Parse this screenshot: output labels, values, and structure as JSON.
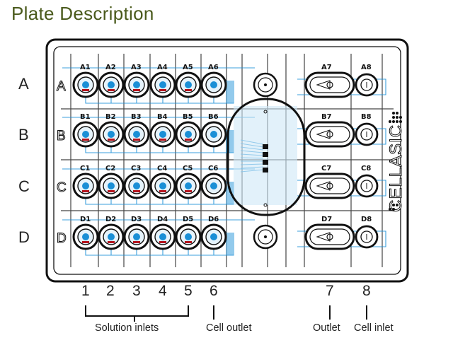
{
  "title": "Plate Description",
  "rows": [
    "A",
    "B",
    "C",
    "D"
  ],
  "columns": [
    "1",
    "2",
    "3",
    "4",
    "5",
    "6",
    "7",
    "8"
  ],
  "wells": {
    "A": [
      "A1",
      "A2",
      "A3",
      "A4",
      "A5",
      "A6",
      "A7",
      "A8"
    ],
    "B": [
      "B1",
      "B2",
      "B3",
      "B4",
      "B5",
      "B6",
      "B7",
      "B8"
    ],
    "C": [
      "C1",
      "C2",
      "C3",
      "C4",
      "C5",
      "C6",
      "C7",
      "C8"
    ],
    "D": [
      "D1",
      "D2",
      "D3",
      "D4",
      "D5",
      "D6",
      "D7",
      "D8"
    ]
  },
  "captions": {
    "solution_inlets": "Solution inlets",
    "cell_outlet": "Cell outlet",
    "outlet": "Outlet",
    "cell_inlet": "Cell inlet"
  },
  "logo_text": "CELLASIC",
  "colors": {
    "title": "#4a5a1c",
    "channel": "#1a8fd6",
    "accent_red": "#b5121b",
    "dark": "#111111"
  }
}
